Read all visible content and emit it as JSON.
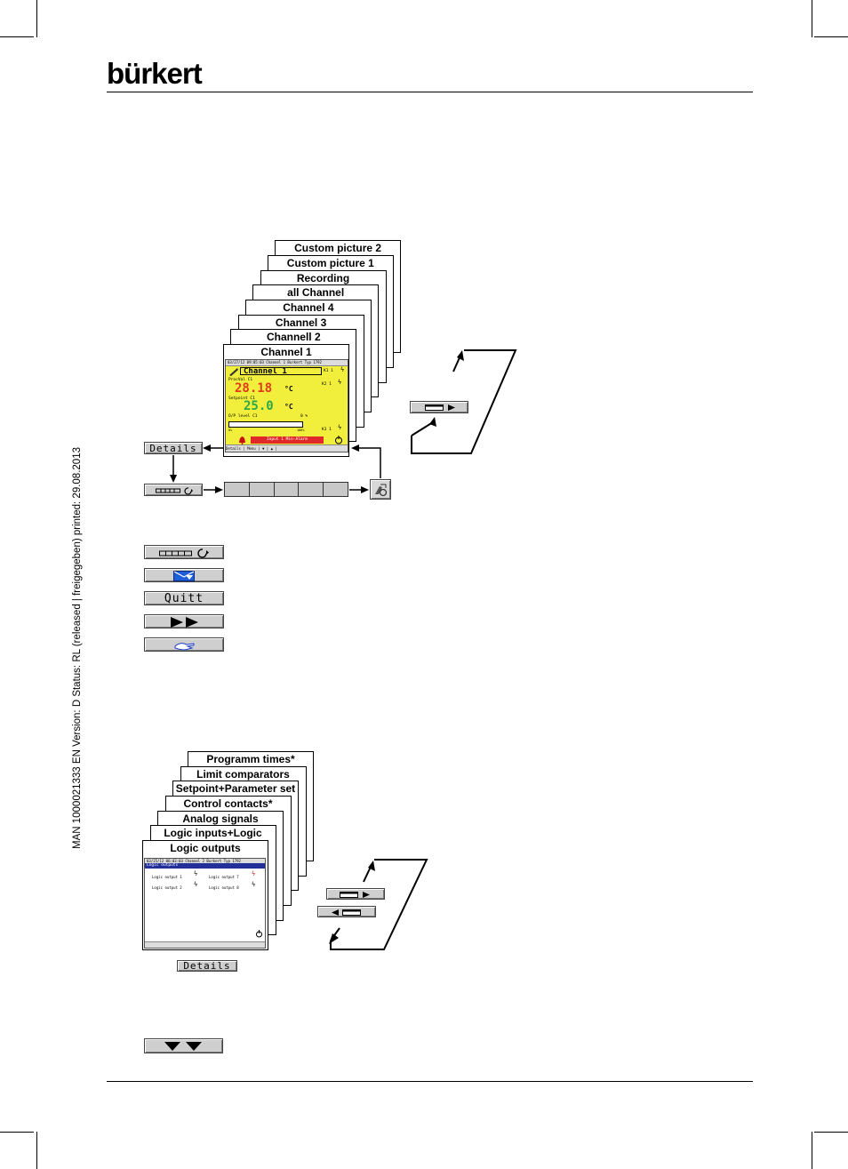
{
  "header": {
    "logo": "bürkert"
  },
  "sidebar": {
    "text": "MAN  1000021333  EN  Version: D  Status: RL (released | freigegeben)  printed: 29.08.2013"
  },
  "stack1": {
    "labels": [
      "Custom picture 2",
      "Custom picture 1",
      "Recording",
      "all Channel",
      "Channel 4",
      "Channel 3",
      "Channell 2",
      "Channel 1"
    ]
  },
  "screen1": {
    "topbar": "03/27/12  09:05:03 Channel 1        Burkert Typ 1792",
    "channel_title": "Channel 1",
    "processval_label": "ProcVal  C1",
    "processval": "28.18",
    "processval_unit": "°C",
    "setpoint_label": "Setpoint  C1",
    "setpoint": "25.0",
    "setpoint_unit": "°C",
    "op_label": "O/P level C1",
    "op_pct": "0  %",
    "bar_min": "0%",
    "bar_max": "100%",
    "k1": "K1 1",
    "k2": "K2 1",
    "k3": "K3 1",
    "alarm": "Input 1 Min-Alarm",
    "footer": "Details  |  Menu  |  ▼  |  ▲  |"
  },
  "buttons": {
    "details": "Details",
    "quitt": "Quitt",
    "details2": "Details"
  },
  "stack2": {
    "labels": [
      "Programm times*",
      "Limit comparators",
      "Setpoint+Parameter set",
      "Control contacts*",
      "Analog signals",
      "Logic inputs+Logic",
      "Logic outputs"
    ]
  },
  "screen2": {
    "topbar": "03/25/12   06:03:03 Channel 2          Burkert Typ 1792",
    "title": "Logic outputs",
    "lo1": "Logic output 1",
    "lo2": "Logic output 2",
    "lo7": "Logic output 7",
    "lo8": "Logic output 8"
  }
}
